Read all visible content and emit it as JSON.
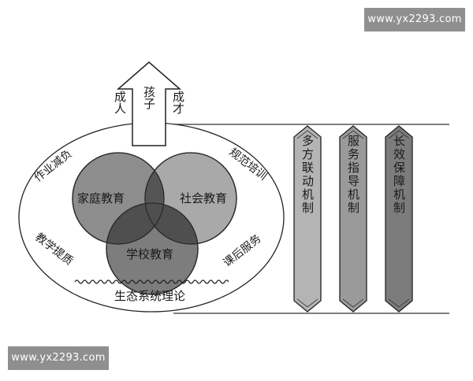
{
  "watermark_top": "www.yx2293.com",
  "watermark_bottom": "www.yx2293.com",
  "arrow": {
    "left_label": "成人",
    "center_label": "孩子",
    "right_label": "成才"
  },
  "circles": {
    "family": "家庭教育",
    "society": "社会教育",
    "school": "学校教育"
  },
  "ring_labels": {
    "homework": "作业减负",
    "quality": "教学提质",
    "training": "规范培训",
    "afterschool": "课后服务"
  },
  "ecology": "生态系统理论",
  "pillars": [
    {
      "label": "多方联动机制",
      "color": "#b4b4b4"
    },
    {
      "label": "服务指导机制",
      "color": "#9a9a9a"
    },
    {
      "label": "长效保障机制",
      "color": "#7c7c7c"
    }
  ]
}
